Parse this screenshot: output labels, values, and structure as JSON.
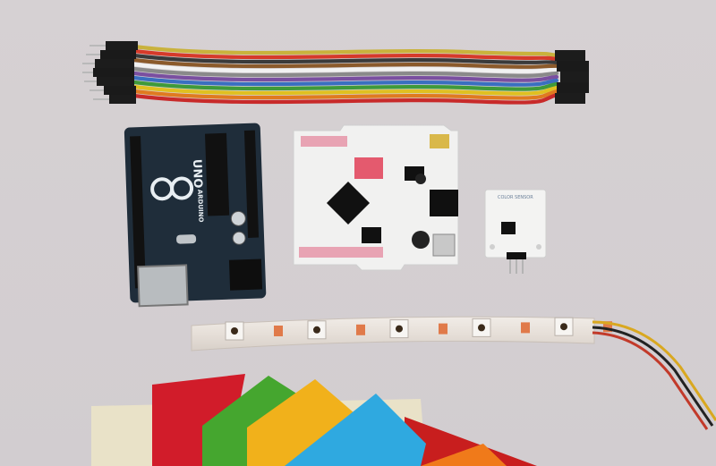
{
  "photo": {
    "background_color": "#d9d4d6",
    "arduino_board": {
      "label_uno": "UNO",
      "label_brand": "ARDUINO",
      "pcb_color": "#1f2d3a"
    },
    "shield_board": {
      "pcb_color": "#f1f1f0"
    },
    "sensor_module": {
      "label": "COLOR SENSOR",
      "pcb_color": "#f3f3f2"
    },
    "jumper_cable": {
      "wire_colors": [
        "#c9b23c",
        "#d63a2a",
        "#3a3a3a",
        "#8b5a2b",
        "#f2f2f2",
        "#8a8a8a",
        "#7a4fa0",
        "#3a6fc0",
        "#3f9a3a",
        "#e0c020",
        "#e07a20",
        "#c82a2a"
      ]
    },
    "led_strip": {
      "led_count": 5,
      "color": "#e9e3dd"
    },
    "paper_cards": {
      "colors": [
        "#d11c2a",
        "#45a62f",
        "#f1b11b",
        "#2fa9e0",
        "#e9e2c8",
        "#c81e1e",
        "#f07a1a"
      ]
    }
  }
}
